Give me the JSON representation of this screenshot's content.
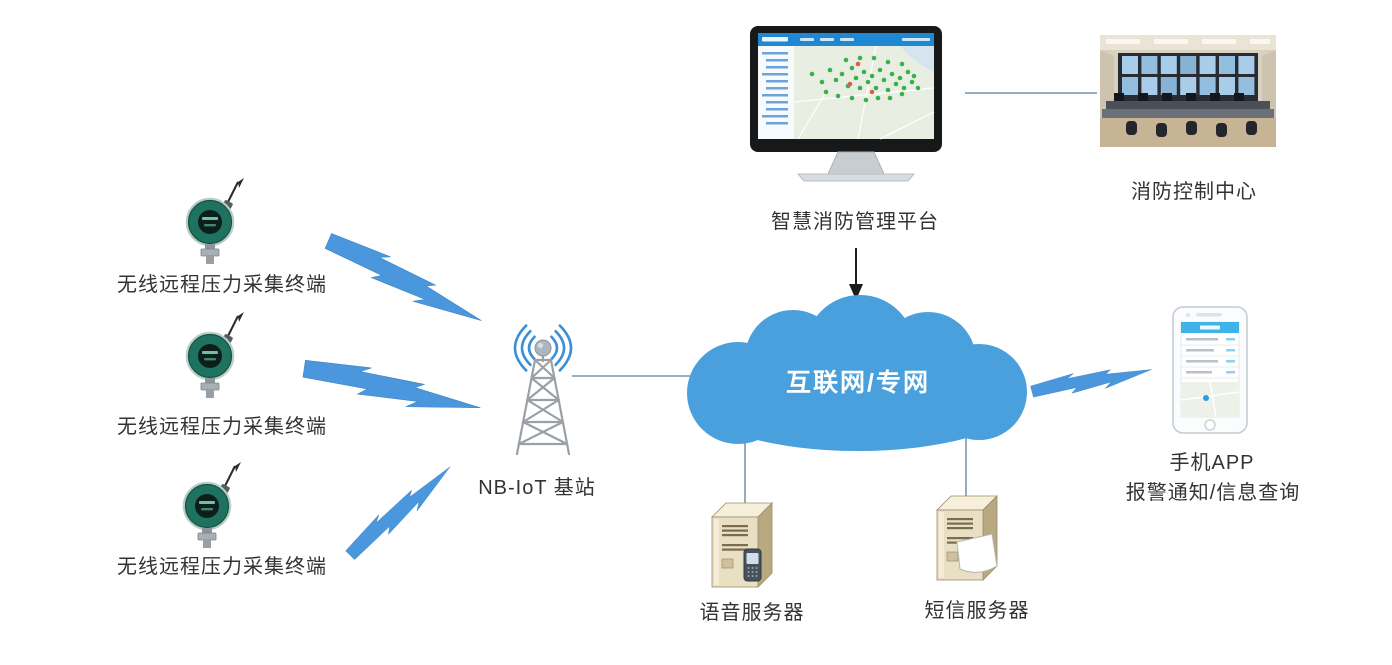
{
  "diagram": {
    "sensors": [
      {
        "label": "无线远程压力采集终端"
      },
      {
        "label": "无线远程压力采集终端"
      },
      {
        "label": "无线远程压力采集终端"
      }
    ],
    "base_station": {
      "label": "NB-IoT 基站"
    },
    "cloud": {
      "label": "互联网/专网"
    },
    "platform": {
      "label": "智慧消防管理平台"
    },
    "control_center": {
      "label": "消防控制中心"
    },
    "mobile_app": {
      "line1": "手机APP",
      "line2": "报警通知/信息查询"
    },
    "voice_server": {
      "label": "语音服务器"
    },
    "sms_server": {
      "label": "短信服务器"
    },
    "colors": {
      "cloud_fill": "#4aa0dc",
      "cloud_text": "#ffffff",
      "lightning": "#4a97dd",
      "connector_line": "#8da3b5",
      "arrow": "#1c1c1c",
      "label_text": "#333333"
    }
  }
}
